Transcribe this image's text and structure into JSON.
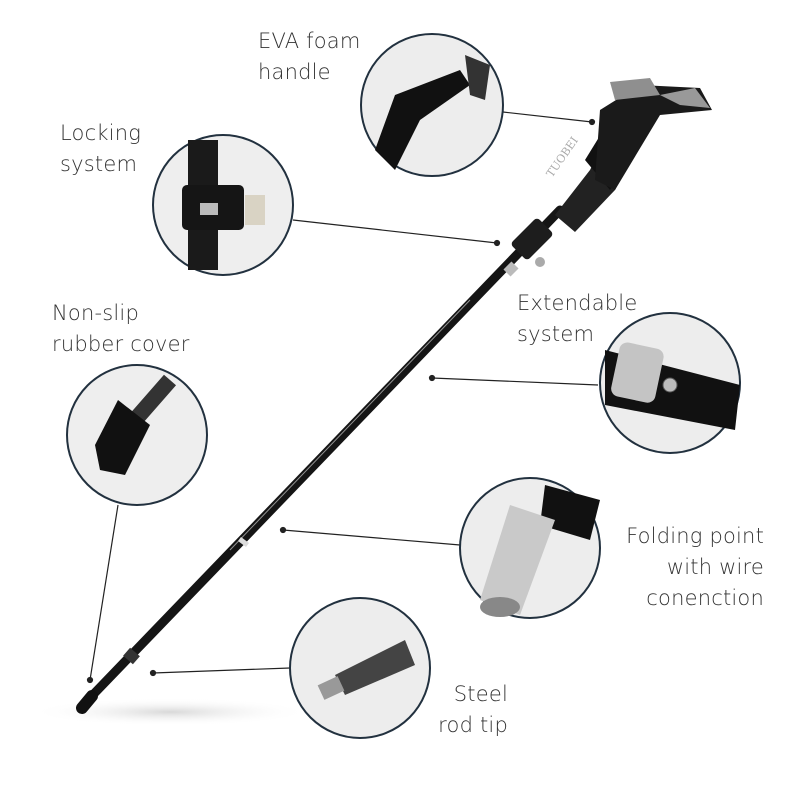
{
  "product": {
    "strap_brand": "TUOBEI",
    "colors": {
      "pole": "#151515",
      "circle_border": "#22313f",
      "circle_fill": "#ececec",
      "accent_silver": "#c8c8c8"
    }
  },
  "callouts": [
    {
      "id": "eva",
      "lines": [
        "EVA foam",
        "handle"
      ],
      "icon": "foam-handle-closeup"
    },
    {
      "id": "locking",
      "lines": [
        "Locking",
        "system"
      ],
      "icon": "lock-clamp-closeup"
    },
    {
      "id": "nonslip",
      "lines": [
        "Non-slip",
        "rubber cover"
      ],
      "icon": "rubber-tip-closeup"
    },
    {
      "id": "extendable",
      "lines": [
        "Extendable",
        "system"
      ],
      "icon": "push-button-closeup"
    },
    {
      "id": "folding",
      "lines": [
        "Folding point",
        "with wire",
        "conenction"
      ],
      "icon": "folding-joint-closeup"
    },
    {
      "id": "steel",
      "lines": [
        "Steel",
        "rod tip"
      ],
      "icon": "steel-tip-closeup"
    }
  ]
}
